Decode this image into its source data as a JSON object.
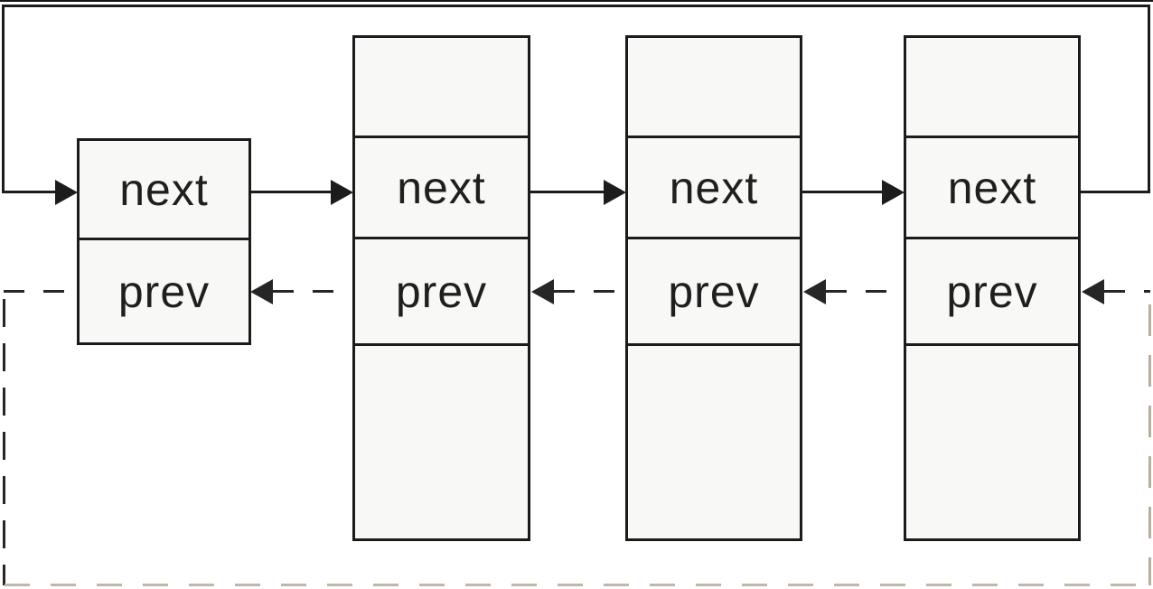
{
  "diagram": {
    "kind": "circular-doubly-linked-list",
    "node_count": 4,
    "colors": {
      "background": "#ffffff",
      "line": "#1c1c1c",
      "dash": "#262626",
      "faint_dash": "#bfb6a8",
      "node_fill": "#f8f8f6",
      "node_border": "#1b1b1b",
      "text": "#1f1f1f"
    },
    "links": {
      "next_link_style": "solid-arrow-pointing-right",
      "prev_link_style": "dashed-arrow-pointing-left",
      "next_wraparound": "last node next wraps along top edge back into first node",
      "prev_wraparound": "first node prev wraps along left, bottom and right edges into last node"
    }
  },
  "nodes": [
    {
      "name": "node-1",
      "cells": [
        {
          "role": "next-pointer",
          "label": "next"
        },
        {
          "role": "prev-pointer",
          "label": "prev"
        }
      ]
    },
    {
      "name": "node-2",
      "cells": [
        {
          "role": "data",
          "label": ""
        },
        {
          "role": "next-pointer",
          "label": "next"
        },
        {
          "role": "prev-pointer",
          "label": "prev"
        },
        {
          "role": "data",
          "label": ""
        }
      ]
    },
    {
      "name": "node-3",
      "cells": [
        {
          "role": "data",
          "label": ""
        },
        {
          "role": "next-pointer",
          "label": "next"
        },
        {
          "role": "prev-pointer",
          "label": "prev"
        },
        {
          "role": "data",
          "label": ""
        }
      ]
    },
    {
      "name": "node-4",
      "cells": [
        {
          "role": "data",
          "label": ""
        },
        {
          "role": "next-pointer",
          "label": "next"
        },
        {
          "role": "prev-pointer",
          "label": "prev"
        },
        {
          "role": "data",
          "label": ""
        }
      ]
    }
  ]
}
